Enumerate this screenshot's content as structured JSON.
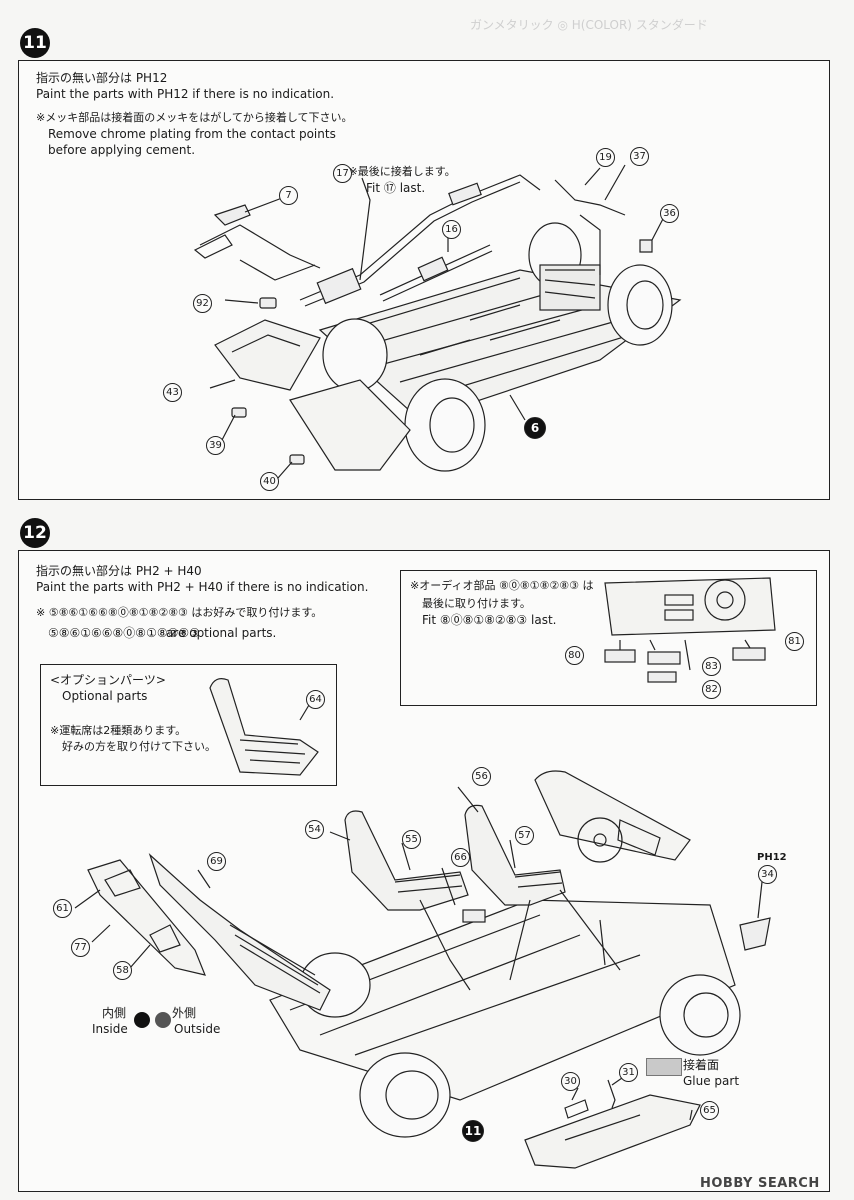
{
  "step11": {
    "badge": "11",
    "jp_note1": "指示の無い部分は PH12",
    "en_note1": "Paint the parts with PH12 if there is no indication.",
    "jp_note2": "※メッキ部品は接着面のメッキをはがしてから接着して下さい。",
    "en_note2a": "Remove chrome plating from the contact points",
    "en_note2b": "before applying cement.",
    "callout_jp": "⑰ ※最後に接着します。",
    "callout_en": "Fit ⑰ last.",
    "parts": [
      "7",
      "17",
      "19",
      "37",
      "16",
      "36",
      "92",
      "43",
      "39",
      "40"
    ],
    "assembly": "6"
  },
  "step12": {
    "badge": "12",
    "jp_note1": "指示の無い部分は PH2 + H40",
    "en_note1": "Paint the parts with PH2 + H40 if there is no indication.",
    "jp_note2": "※ ⑤⑧⑥①⑥⑥⑧⓪⑧①⑧②⑧③ はお好みで取り付けます。",
    "jp_note2_nums": "⑤⑧⑥①⑥⑥⑧⓪⑧①⑧②⑧③",
    "jp_note2_tail": "はお好みで取り付けます。",
    "en_note2": "are optional parts.",
    "audio_jp1": "※オーディオ部品 ⑧⓪⑧①⑧②⑧③ は",
    "audio_jp2": "最後に取り付けます。",
    "audio_en": "Fit ⑧⓪⑧①⑧②⑧③ last.",
    "option_jp": "<オプションパーツ>",
    "option_en": "Optional parts",
    "option_seat_jp1": "※運転席は2種類あります。",
    "option_seat_jp2": "好みの方を取り付けて下さい。",
    "inside_jp": "内側",
    "inside_en": "Inside",
    "outside_jp": "外側",
    "outside_en": "Outside",
    "glue_jp": "接着面",
    "glue_en": "Glue part",
    "paint_tag": "PH12",
    "parts": [
      "80",
      "81",
      "82",
      "83",
      "64",
      "56",
      "54",
      "55",
      "57",
      "66",
      "69",
      "61",
      "77",
      "58",
      "34",
      "30",
      "31",
      "65"
    ],
    "assembly": "11"
  },
  "watermark": "HOBBY SEARCH",
  "colors": {
    "ink": "#1a1a1a",
    "ghost": "#cfcfcf",
    "paper": "#f6f6f4",
    "glue": "#c9c9c9"
  }
}
